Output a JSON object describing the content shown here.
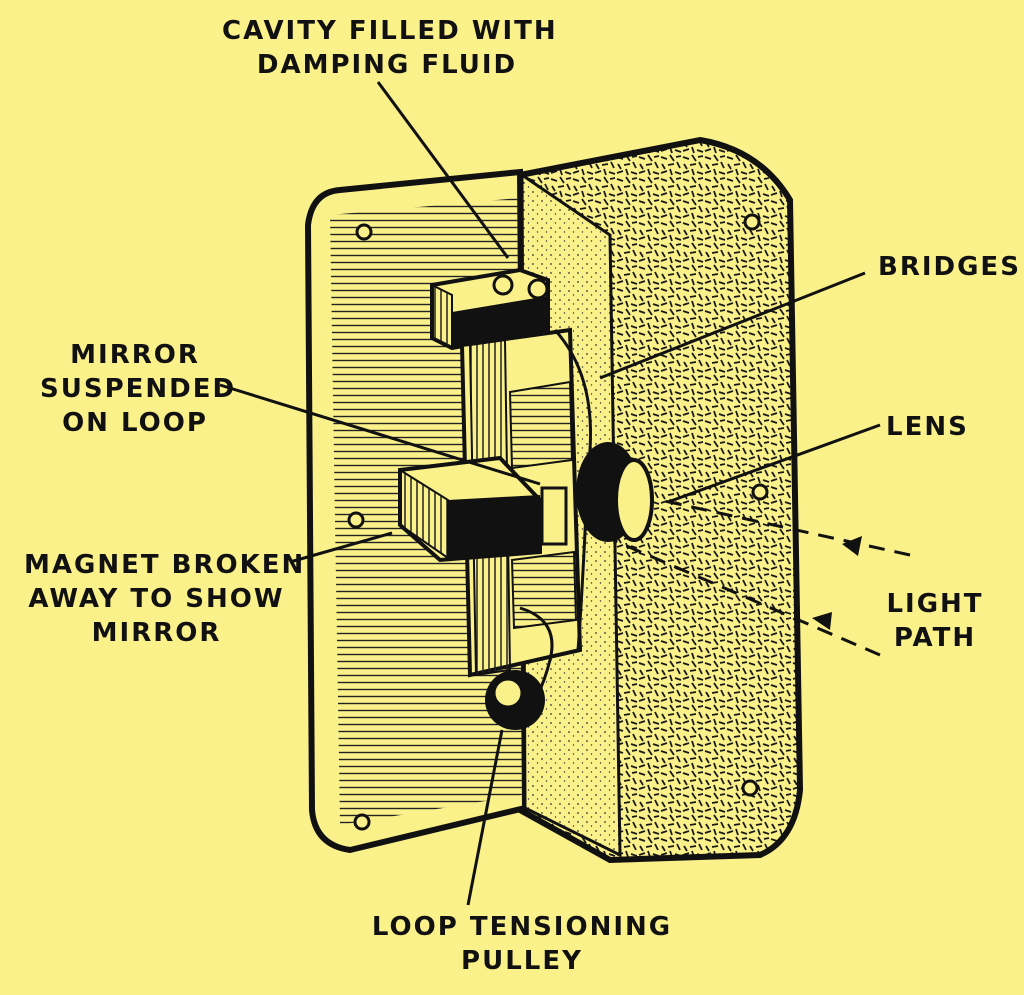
{
  "background_color": "#fbf18a",
  "ink_color": "#111111",
  "labels": {
    "cavity": [
      "CAVITY FILLED WITH",
      "DAMPING FLUID"
    ],
    "bridges": "BRIDGES",
    "mirror": [
      "MIRROR",
      "SUSPENDED",
      "ON LOOP"
    ],
    "lens": "LENS",
    "magnet": [
      "MAGNET BROKEN",
      "AWAY TO SHOW",
      "MIRROR"
    ],
    "light_path": [
      "LIGHT",
      "PATH"
    ],
    "pulley": [
      "LOOP TENSIONING",
      "PULLEY"
    ]
  }
}
